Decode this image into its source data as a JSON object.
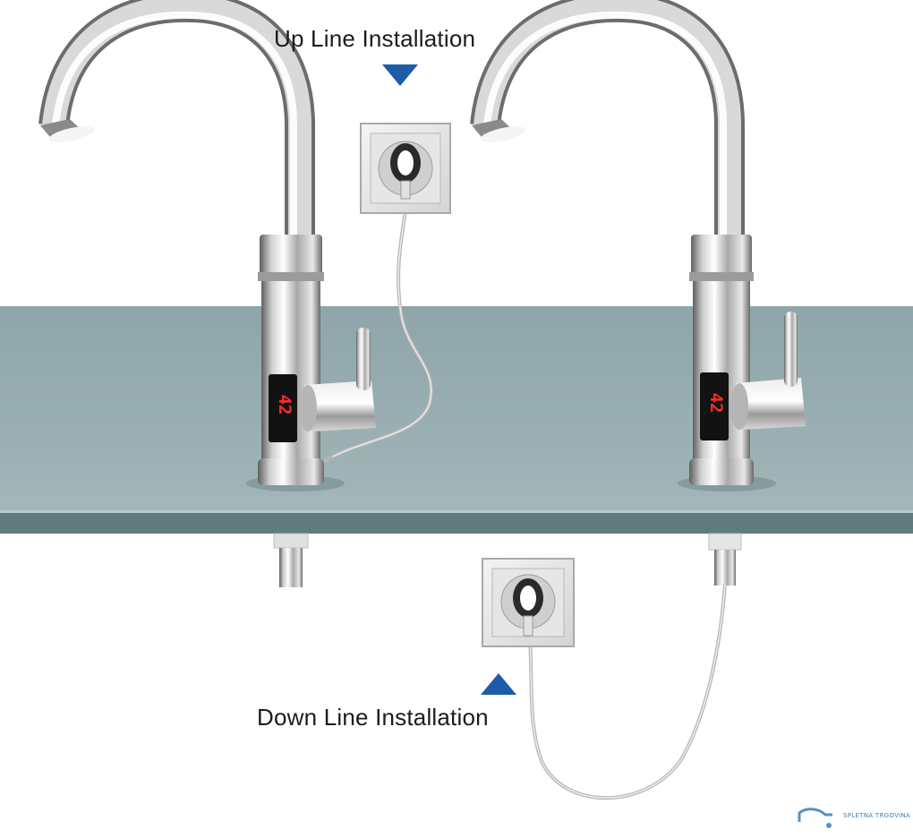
{
  "captions": {
    "up": "Up Line Installation",
    "down": "Down Line Installation"
  },
  "faucets": [
    {
      "id": "left",
      "display_reading": "42"
    },
    {
      "id": "right",
      "display_reading": "42"
    }
  ],
  "watermark": {
    "text": "SPLETNA TRGOVINA"
  },
  "colors": {
    "countertop_top": "#90A7AB",
    "countertop_edge": "#5F7B7F",
    "arrow": "#1E5BA8",
    "display_digits": "#FF2A2A",
    "chrome_light": "#F2F2F2",
    "chrome_dark": "#6E6E6E"
  },
  "icons": [
    "down-arrow-icon",
    "up-arrow-icon",
    "power-socket-icon",
    "faucet-icon",
    "watermark-logo-icon"
  ]
}
